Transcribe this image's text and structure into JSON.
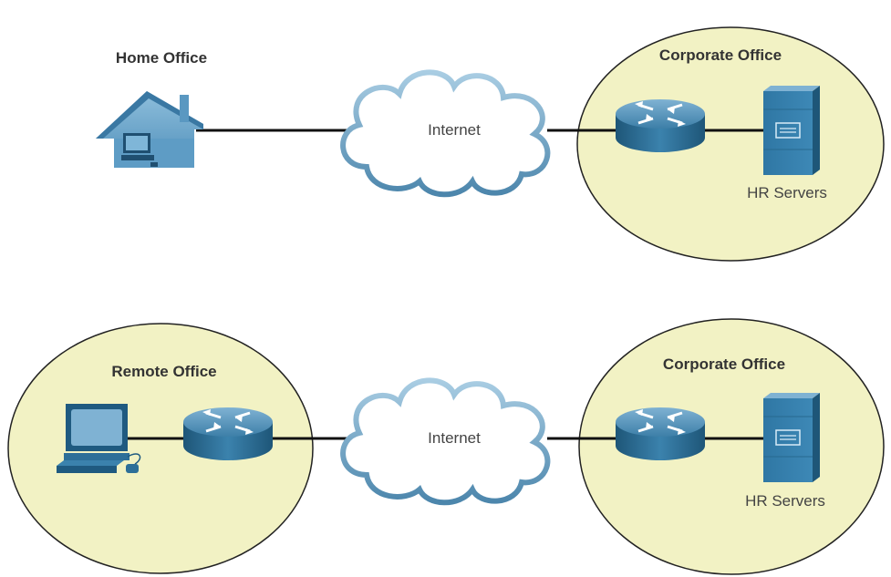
{
  "colors": {
    "zone_fill": "#f2f2c4",
    "zone_stroke": "#222222",
    "link": "#111111",
    "device_blue": "#3a7ea8",
    "device_dark": "#1f5a80",
    "cloud_stroke": "#5b93b6"
  },
  "top_row": {
    "home_office_label": "Home Office",
    "internet_label": "Internet",
    "corporate_office_label": "Corporate Office",
    "hr_servers_label": "HR Servers"
  },
  "bottom_row": {
    "remote_office_label": "Remote Office",
    "internet_label": "Internet",
    "corporate_office_label": "Corporate Office",
    "hr_servers_label": "HR Servers"
  },
  "icons": {
    "home": "house-icon",
    "pc": "computer-icon",
    "router": "router-icon",
    "server": "server-icon",
    "cloud": "cloud-icon"
  }
}
